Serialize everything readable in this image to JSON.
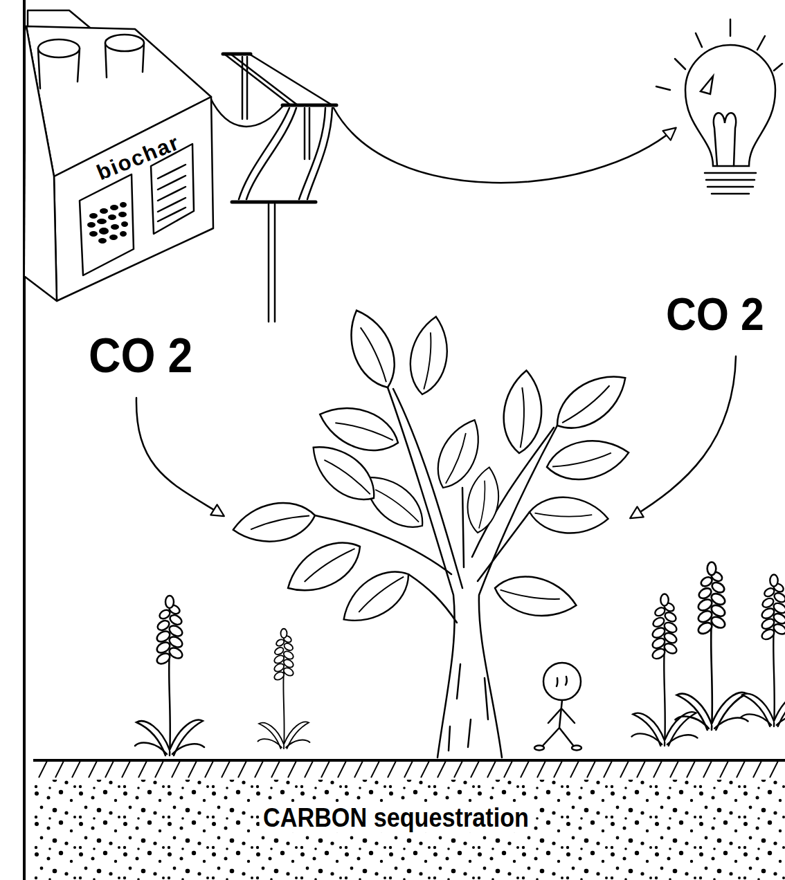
{
  "diagram": {
    "nodes": [
      {
        "text": [
          "biochar"
        ]
      },
      {
        "text": [
          "CARBON sequestration"
        ]
      }
    ],
    "labels": [
      "CO 2",
      "CO 2"
    ]
  }
}
